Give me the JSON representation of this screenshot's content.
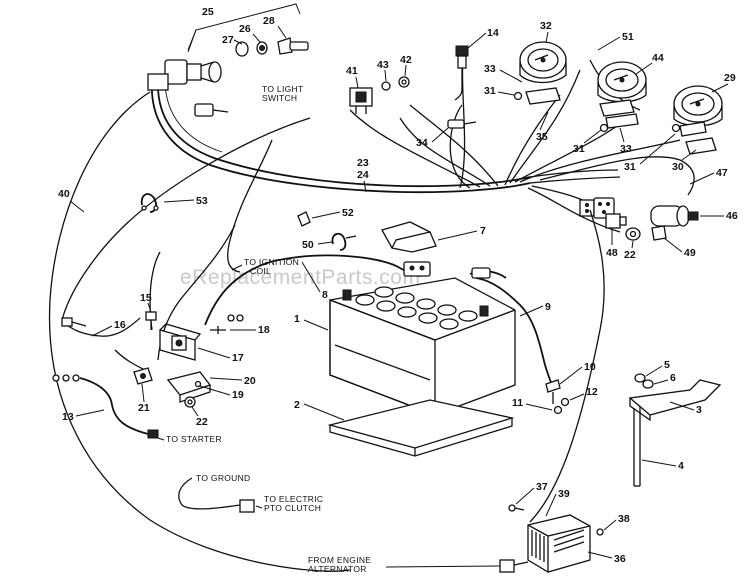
{
  "diagram": {
    "watermark": "eReplacementParts.com",
    "part_numbers": [
      "1",
      "2",
      "3",
      "4",
      "5",
      "6",
      "7",
      "8",
      "9",
      "10",
      "11",
      "12",
      "13",
      "14",
      "15",
      "16",
      "17",
      "18",
      "19",
      "20",
      "21",
      "22",
      "23",
      "24",
      "25",
      "26",
      "27",
      "28",
      "29",
      "30",
      "31",
      "32",
      "33",
      "34",
      "35",
      "36",
      "37",
      "38",
      "39",
      "40",
      "41",
      "42",
      "43",
      "44",
      "46",
      "47",
      "48",
      "49",
      "50",
      "51",
      "52",
      "53"
    ],
    "labels": {
      "to_light_switch": [
        "TO LIGHT",
        "SWITCH"
      ],
      "to_ignition_coil": [
        "TO IGNITION",
        "COIL"
      ],
      "to_starter": "TO STARTER",
      "to_ground": "TO GROUND",
      "to_electric_pto_clutch": [
        "TO ELECTRIC",
        "PTO CLUTCH"
      ],
      "from_engine_alternator": [
        "FROM ENGINE",
        "ALTERNATOR"
      ]
    }
  }
}
